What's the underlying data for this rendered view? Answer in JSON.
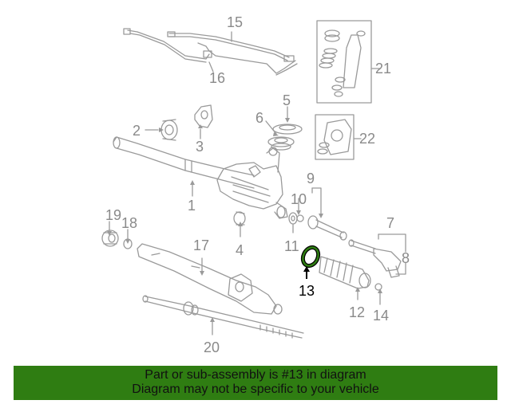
{
  "callouts": {
    "c1": "1",
    "c2": "2",
    "c3": "3",
    "c4": "4",
    "c5": "5",
    "c6": "6",
    "c7": "7",
    "c8": "8",
    "c9": "9",
    "c10": "10",
    "c11": "11",
    "c12": "12",
    "c13": "13",
    "c14": "14",
    "c15": "15",
    "c16": "16",
    "c17": "17",
    "c18": "18",
    "c19": "19",
    "c20": "20",
    "c21": "21",
    "c22": "22"
  },
  "highlight_color": "#2f7d12",
  "banner": {
    "line1": "Part or sub-assembly is #13 in diagram",
    "line2": "Diagram may not be specific to your vehicle"
  }
}
